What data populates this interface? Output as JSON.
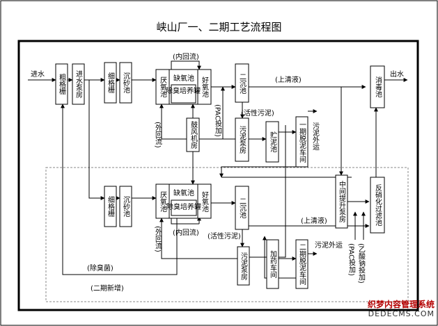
{
  "title": "峡山厂一、二期工艺流程图",
  "nodes": {
    "cugeshan": "粗格栅",
    "jinshui_bengfang": "进水泵房",
    "xigeshan_1": "细格栅",
    "chenshachi_1": "沉砂池",
    "xigeshan_2": "细格栅",
    "chenshachi_2": "沉砂池",
    "yanyangchi_1": "厌氧池",
    "queyangchi_1": "缺氧池",
    "chuchoupei_1": "除臭培养罐",
    "haoyangchi_1": "好氧池",
    "gufeng_jifang": "鼓风机房",
    "yanyangchi_2": "厌氧池",
    "queyangchi_2": "缺氧池",
    "chuchoupei_2": "除臭培养罐",
    "haoyangchi_2": "好氧池",
    "erchenchi_1": "二沉池",
    "erchenchi_2": "二沉池",
    "wuni_bengfang_1": "污泥泵房",
    "wuni_bengfang_2": "污泥泵房",
    "zhunichi": "贮泥池",
    "tuoni_1": "一期脱泥车间",
    "jiayao_chejian": "加药车间",
    "tuoni_2": "二期脱泥车间",
    "zhongjian_bengfang": "中间提升泵房",
    "xiaoduchi": "消毒池",
    "fanxiaohua": "反硝化过滤池"
  },
  "labels": {
    "jinshui": "进水",
    "chushui": "出水",
    "nei_huiliu_1": "(内回流)",
    "nei_huiliu_2": "(内回流)",
    "wai_huiliu_1": "(外回流)",
    "wai_huiliu_2": "(外回流)",
    "shangqingye_1": "(上清液)",
    "shangqingye_2": "(上清液)",
    "huoxing_wuni_1": "(活性污泥)",
    "huoxing_wuni_2": "(活性污泥)",
    "pac_1": "(PAC投加)",
    "pac_2": "(PAC投加)",
    "wuni_waiyun_1": "污泥外运",
    "wuni_waiyun_2": "污泥外运",
    "chuchoujun": "(除臭菌)",
    "yisuanna": "(乙酸钠投加)",
    "erqi_xinzeng": "(二期新增)"
  },
  "watermark": {
    "main": "织梦内容管理系统",
    "sub": "DEDECMS.COM"
  }
}
